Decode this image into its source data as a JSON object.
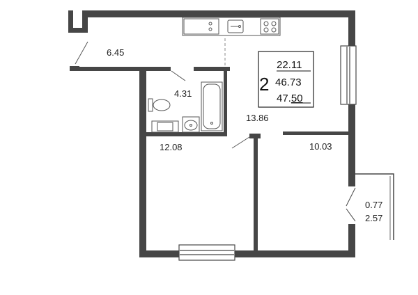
{
  "plan": {
    "rooms_count": "2",
    "areas": {
      "living": "22.11",
      "total_without_balcony": "46.73",
      "total_int": "47.",
      "total_dec": "50"
    },
    "rooms": {
      "hallway": "6.45",
      "bathroom": "4.31",
      "kitchen_living": "13.86",
      "bedroom_1": "12.08",
      "bedroom_2": "10.03",
      "balcony_reduced": "0.77",
      "balcony_full": "2.57"
    }
  },
  "colors": {
    "wall": "#464646",
    "fixture": "#555555",
    "dashed": "#888888"
  }
}
